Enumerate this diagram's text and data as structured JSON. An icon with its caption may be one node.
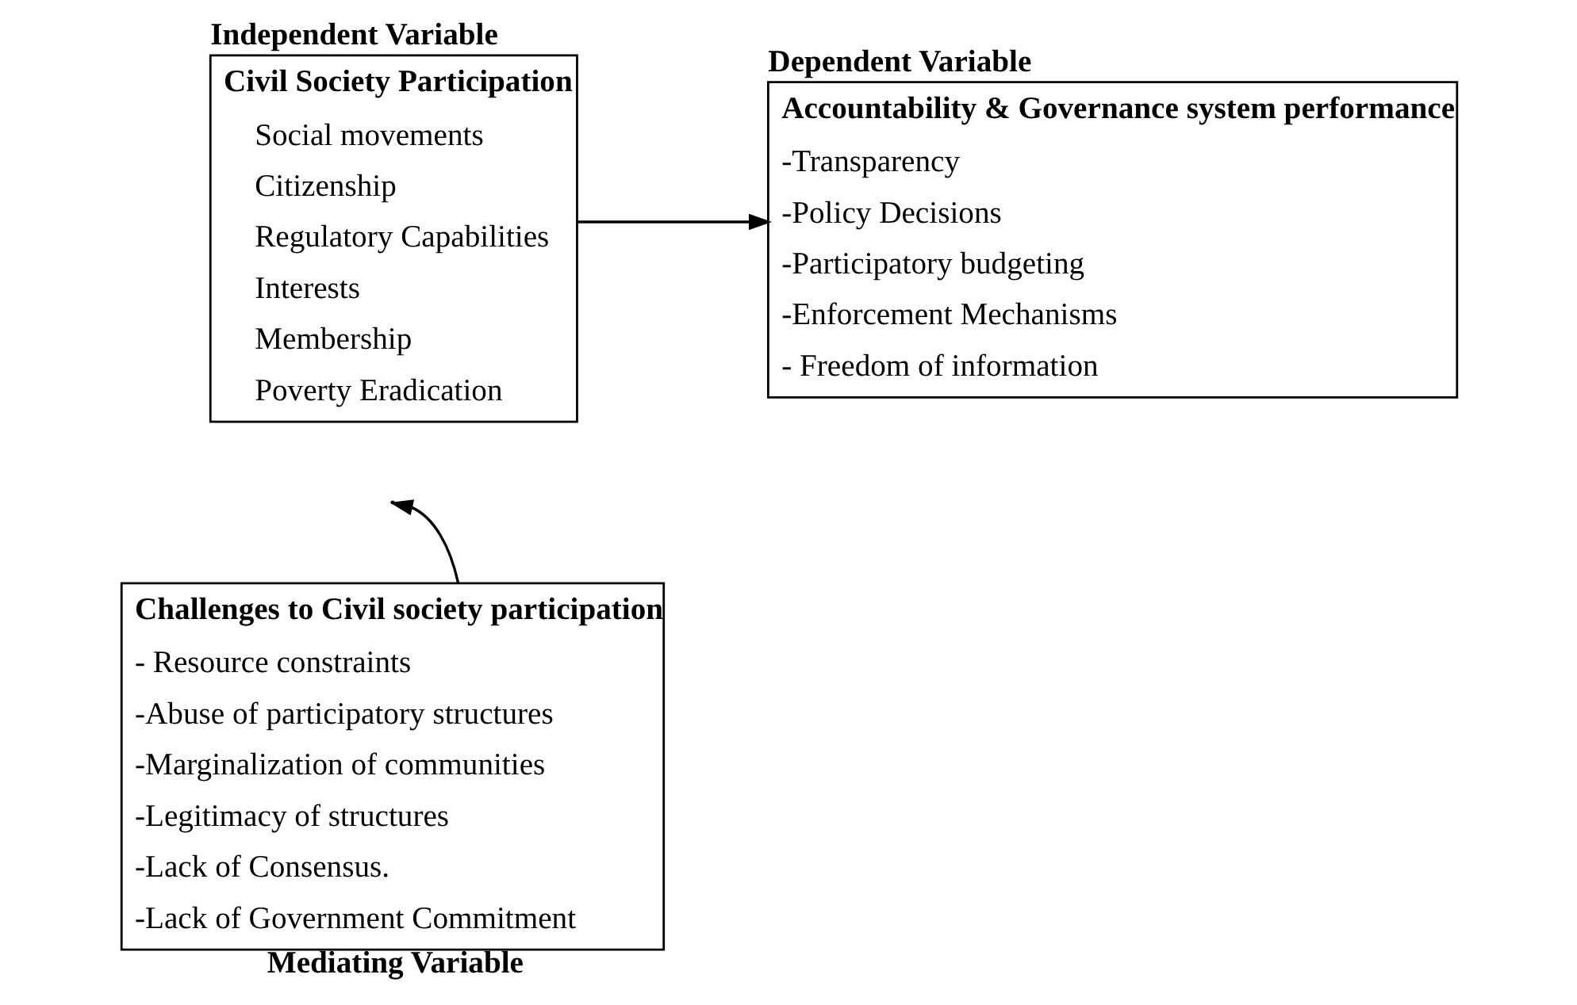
{
  "diagram": {
    "nodes": [
      {
        "text": [
          "Independent Variable",
          "Civil Society Participation",
          "Social movements",
          "Citizenship",
          "Regulatory Capabilities",
          "Interests",
          "Membership",
          "Poverty Eradication"
        ]
      },
      {
        "text": [
          "Dependent Variable",
          "Accountability & Governance system performance",
          "-Transparency",
          "-Policy Decisions",
          "-Participatory budgeting",
          "-Enforcement Mechanisms",
          "- Freedom of information"
        ]
      },
      {
        "text": [
          "Challenges to Civil society participation",
          "- Resource constraints",
          "-Abuse of participatory structures",
          "-Marginalization of communities",
          "-Legitimacy of structures",
          "-Lack of Consensus.",
          "-Lack of Government Commitment",
          "Mediating Variable"
        ]
      }
    ],
    "edges": [
      {
        "from": 0,
        "to": 1,
        "arrow": "to"
      },
      {
        "from": 2,
        "to": null,
        "arrow": "to"
      }
    ]
  }
}
